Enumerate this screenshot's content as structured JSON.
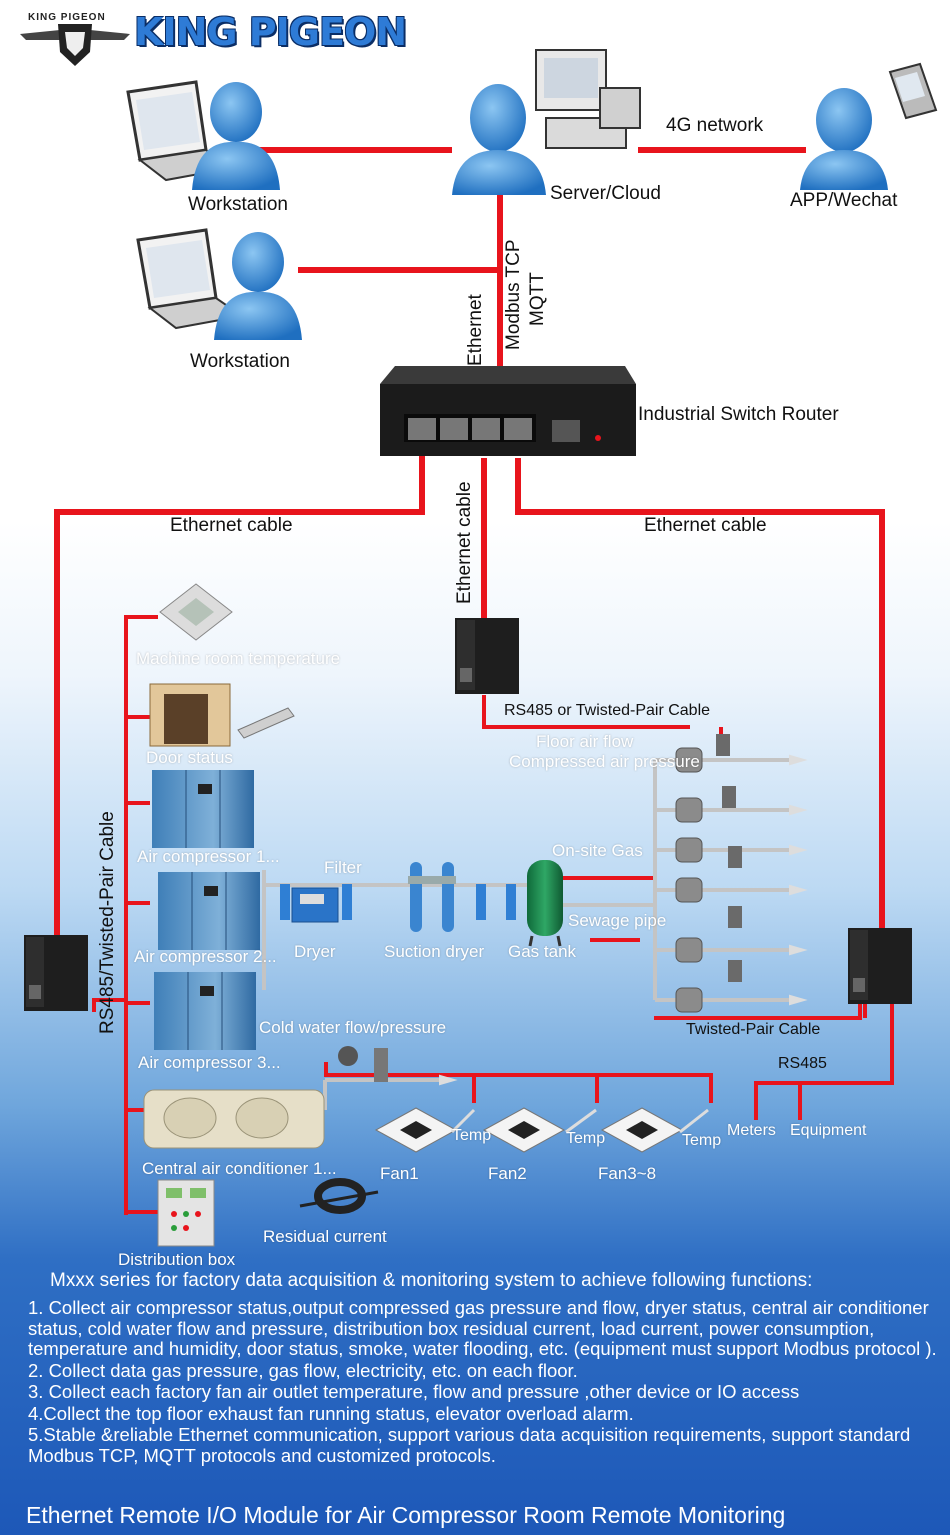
{
  "brand": {
    "small": "KING PIGEON",
    "large": "KING PIGEON"
  },
  "nodes": {
    "workstation_top": "Workstation",
    "workstation_bottom": "Workstation",
    "server": "Server/Cloud",
    "app": "APP/Wechat",
    "network_4g": "4G network",
    "switch_router": "Industrial Switch Router"
  },
  "wire_labels": {
    "ethernet": "Ethernet",
    "modbus_tcp": "Modbus TCP",
    "mqtt": "MQTT",
    "ethernet_cable_left": "Ethernet cable",
    "ethernet_cable_center": "Ethernet cable",
    "ethernet_cable_right": "Ethernet cable",
    "rs485_or_twisted": "RS485 or Twisted-Pair Cable",
    "rs485_twisted_vertical": "RS485/Twisted-Pair Cable",
    "twisted_pair_cable": "Twisted-Pair Cable",
    "rs485": "RS485"
  },
  "devices": {
    "machine_room_temp": "Machine room temperature",
    "door_status": "Door status",
    "air_comp_1": "Air compressor 1...",
    "air_comp_2": "Air compressor 2...",
    "air_comp_3": "Air compressor 3...",
    "filter": "Filter",
    "dryer": "Dryer",
    "suction_dryer": "Suction dryer",
    "gas_tank": "Gas tank",
    "onsite_gas": "On-site Gas",
    "sewage_pipe": "Sewage pipe",
    "floor_air_flow": "Floor air flow",
    "compressed_air_pressure": "Compressed air pressure",
    "cold_water": "Cold water flow/pressure",
    "central_ac": "Central air conditioner 1...",
    "temp1": "Temp",
    "temp2": "Temp",
    "temp3": "Temp",
    "fan1": "Fan1",
    "fan2": "Fan2",
    "fan3": "Fan3~8",
    "meters": "Meters",
    "equipment": "Equipment",
    "residual_current": "Residual current",
    "distribution_box": "Distribution box"
  },
  "description": {
    "intro": "Mxxx series for factory data acquisition & monitoring system to achieve following functions:",
    "items": [
      "1. Collect air compressor status,output compressed gas pressure and flow, dryer status, central air conditioner status, cold water flow and pressure, distribution box residual current, load current, power consumption, temperature and humidity, door status, smoke, water flooding, etc. (equipment must support Modbus protocol ).",
      "2. Collect data gas pressure, gas flow, electricity, etc. on each floor.",
      "3. Collect each factory fan air outlet temperature, flow and pressure ,other device or IO access",
      "4.Collect the top floor exhaust fan running status, elevator overload alarm.",
      "5.Stable &reliable Ethernet communication, support various data acquisition requirements, support standard Modbus TCP, MQTT protocols and customized protocols."
    ],
    "footer": "Ethernet Remote I/O Module for Air Compressor Room Remote Monitoring"
  },
  "colors": {
    "wire": "#e8141c",
    "person": "#3b8fd6",
    "pipe": "#b8b8b8",
    "module": "#1e1e1e"
  }
}
